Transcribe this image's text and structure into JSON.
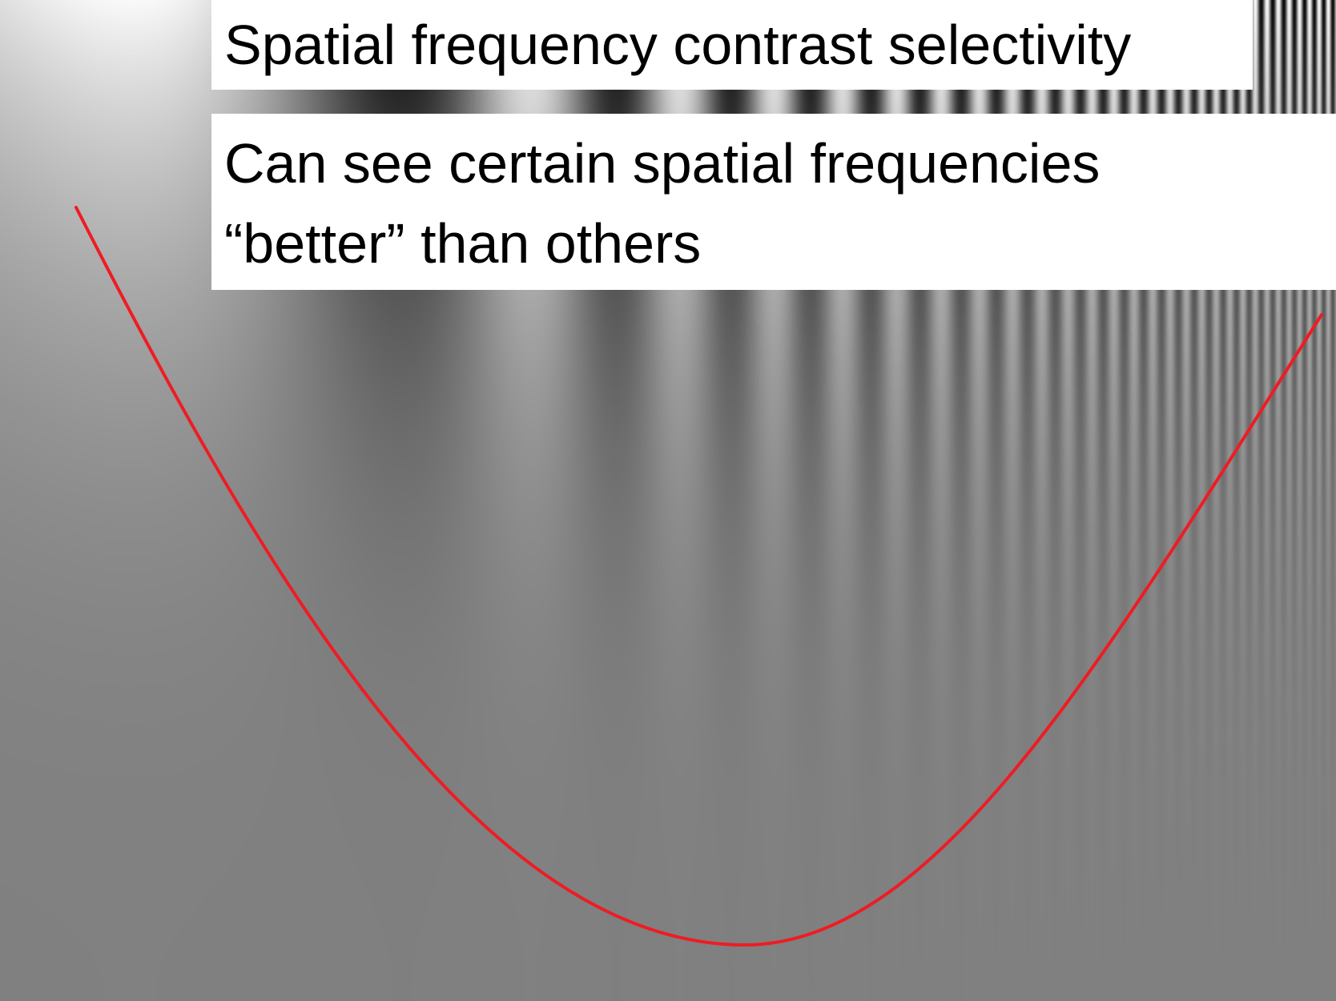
{
  "slide": {
    "title": "Spatial frequency contrast selectivity",
    "subtitle_line1": "Can see certain spatial frequencies",
    "subtitle_line2": "“better” than others"
  },
  "visual": {
    "background": "spatial frequency sine-wave grating (frequency increasing left to right, contrast decreasing top to bottom)",
    "curve_color": "#ee1c24",
    "curve_shape": "U-shaped contrast sensitivity curve"
  }
}
